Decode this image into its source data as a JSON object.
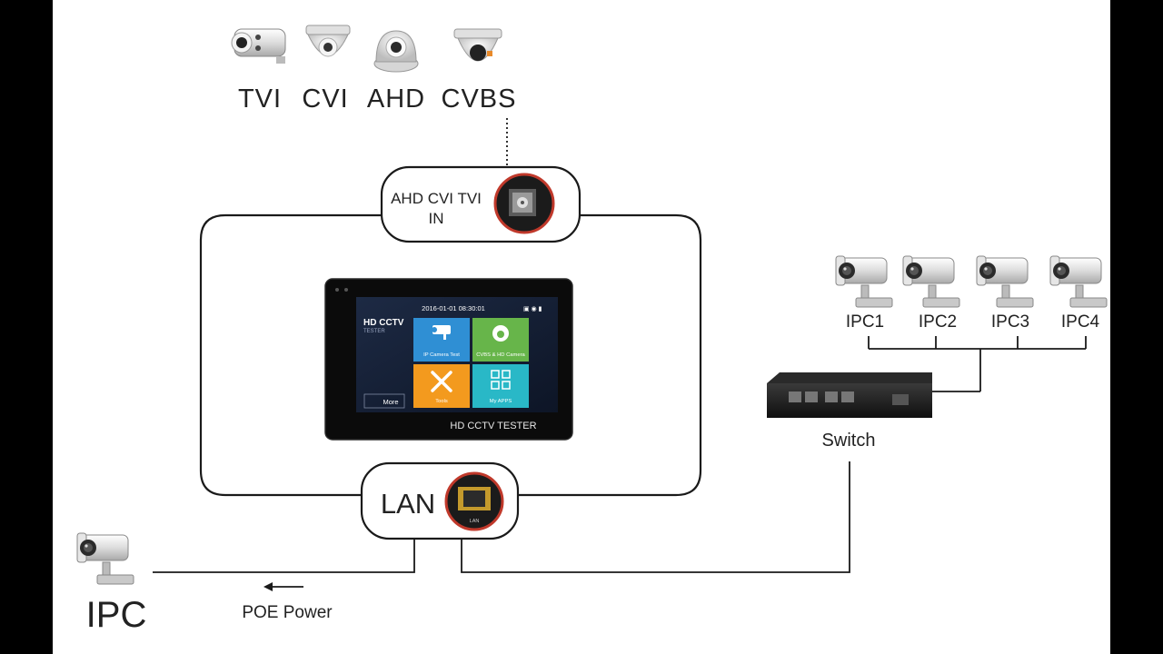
{
  "top_cameras": {
    "labels": [
      "TVI",
      "CVI",
      "AHD",
      "CVBS"
    ]
  },
  "bnc_box": {
    "line1": "AHD CVI TVI",
    "line2": "IN"
  },
  "tester": {
    "datetime": "2016-01-01 08:30:01",
    "brand": "HD CCTV",
    "brand_sub": "TESTER",
    "more_label": "More",
    "tiles": [
      "IP Camera Test",
      "CVBS & HD Camera",
      "Tools",
      "My APPS"
    ],
    "footer": "HD CCTV TESTER"
  },
  "lan_box": {
    "label": "LAN",
    "port_label": "LAN"
  },
  "ipc_group": {
    "labels": [
      "IPC1",
      "IPC2",
      "IPC3",
      "IPC4"
    ]
  },
  "switch": {
    "label": "Switch"
  },
  "ipc_single": {
    "label": "IPC"
  },
  "poe": {
    "label": "POE Power"
  },
  "colors": {
    "tile_blue": "#2f8fd4",
    "tile_green": "#67b54a",
    "tile_orange": "#f39a1e",
    "tile_teal": "#29b8c7",
    "accent_red": "#c0392b"
  }
}
